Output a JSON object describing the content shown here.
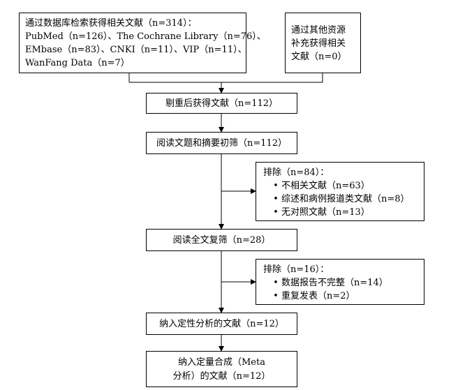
{
  "search_db": {
    "lines": [
      "通过数据库检索获得相关文献（n=314）：",
      "PubMed（n=126）、The Cochrane Library（n=76）、",
      "EMbase（n=83）、CNKI（n=11）、VIP（n=11）、",
      "WanFang Data（n=7）"
    ]
  },
  "other_sources": {
    "lines": [
      "通过其他资源",
      "补充获得相关",
      "文献（n=0）"
    ]
  },
  "dedup": {
    "label": "剔重后获得文献（n=112）"
  },
  "title_abstract": {
    "label": "阅读文题和摘要初筛（n=112）"
  },
  "exclude1": {
    "heading": "排除（n=84）：",
    "items": [
      "不相关文献（n=63）",
      "综述和病例报道类文献（n=8）",
      "无对照文献（n=13）"
    ]
  },
  "fulltext": {
    "label": "阅读全文复筛（n=28）"
  },
  "exclude2": {
    "heading": "排除（n=16）：",
    "items": [
      "数据报告不完整（n=14）",
      "重复发表（n=2）"
    ]
  },
  "qualitative": {
    "label": "纳入定性分析的文献（n=12）"
  },
  "meta": {
    "lines": [
      "纳入定量合成（Meta",
      "分析）的文献（n=12）"
    ]
  }
}
